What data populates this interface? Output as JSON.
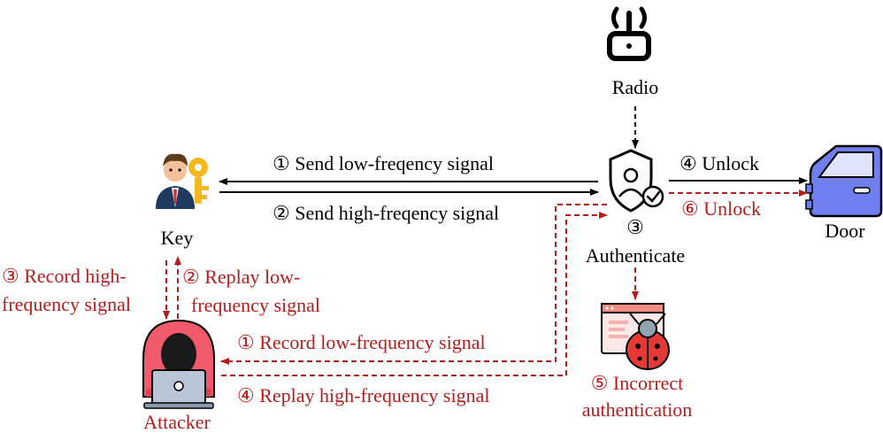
{
  "nodes": {
    "radio": "Radio",
    "key": "Key",
    "authenticate": {
      "step": "③",
      "label": "Authenticate"
    },
    "door": "Door",
    "attacker": "Attacker",
    "incorrect_auth": [
      "⑤ Incorrect",
      "authentication"
    ]
  },
  "edges": {
    "send_low": "① Send low-freqency signal",
    "send_high": "② Send high-freqency signal",
    "unlock": "④ Unlock",
    "attack_unlock": "⑥ Unlock",
    "record_high": [
      "③ Record high-",
      "frequency signal"
    ],
    "replay_low": [
      "② Replay low-",
      "frequency signal"
    ],
    "record_low": "① Record low-frequency signal",
    "replay_high": "④ Replay high-frequency signal"
  },
  "colors": {
    "normal": "#000000",
    "attack": "#b71c1c",
    "door": "#6f7ff0",
    "attacker": "#f15a6a",
    "key_gold": "#f5b81f",
    "bug": "#e53935"
  }
}
